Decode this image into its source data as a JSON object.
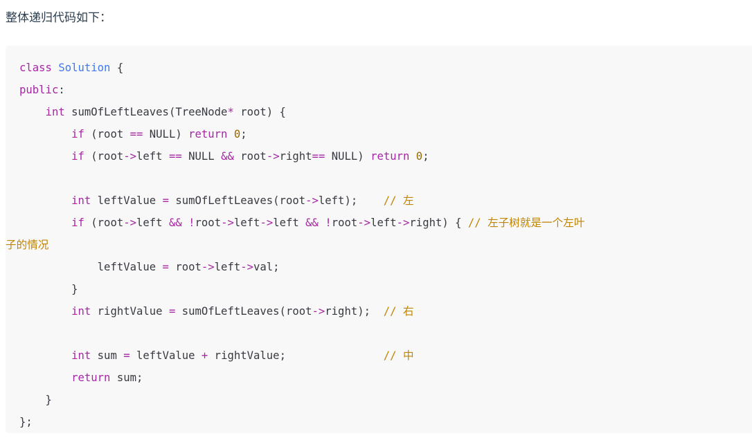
{
  "intro_text": "整体递归代码如下：",
  "code": {
    "lines": [
      [
        {
          "t": "class ",
          "c": "k"
        },
        {
          "t": "Solution",
          "c": "cls"
        },
        {
          "t": " {",
          "c": "p"
        }
      ],
      [
        {
          "t": "public",
          "c": "k"
        },
        {
          "t": ":",
          "c": "p"
        }
      ],
      [
        {
          "t": "    ",
          "c": "p"
        },
        {
          "t": "int",
          "c": "t"
        },
        {
          "t": " sumOfLeftLeaves(TreeNode",
          "c": "p"
        },
        {
          "t": "*",
          "c": "o"
        },
        {
          "t": " root) {",
          "c": "p"
        }
      ],
      [
        {
          "t": "        ",
          "c": "p"
        },
        {
          "t": "if",
          "c": "k"
        },
        {
          "t": " (root ",
          "c": "p"
        },
        {
          "t": "==",
          "c": "o"
        },
        {
          "t": " NULL) ",
          "c": "p"
        },
        {
          "t": "return",
          "c": "k"
        },
        {
          "t": " ",
          "c": "p"
        },
        {
          "t": "0",
          "c": "n"
        },
        {
          "t": ";",
          "c": "p"
        }
      ],
      [
        {
          "t": "        ",
          "c": "p"
        },
        {
          "t": "if",
          "c": "k"
        },
        {
          "t": " (root",
          "c": "p"
        },
        {
          "t": "->",
          "c": "o"
        },
        {
          "t": "left ",
          "c": "p"
        },
        {
          "t": "==",
          "c": "o"
        },
        {
          "t": " NULL ",
          "c": "p"
        },
        {
          "t": "&&",
          "c": "o"
        },
        {
          "t": " root",
          "c": "p"
        },
        {
          "t": "->",
          "c": "o"
        },
        {
          "t": "right",
          "c": "p"
        },
        {
          "t": "==",
          "c": "o"
        },
        {
          "t": " NULL) ",
          "c": "p"
        },
        {
          "t": "return",
          "c": "k"
        },
        {
          "t": " ",
          "c": "p"
        },
        {
          "t": "0",
          "c": "n"
        },
        {
          "t": ";",
          "c": "p"
        }
      ],
      [],
      [
        {
          "t": "        ",
          "c": "p"
        },
        {
          "t": "int",
          "c": "t"
        },
        {
          "t": " leftValue ",
          "c": "p"
        },
        {
          "t": "=",
          "c": "o"
        },
        {
          "t": " sumOfLeftLeaves(root",
          "c": "p"
        },
        {
          "t": "->",
          "c": "o"
        },
        {
          "t": "left);    ",
          "c": "p"
        },
        {
          "t": "// 左",
          "c": "cn"
        }
      ],
      [
        {
          "t": "        ",
          "c": "p"
        },
        {
          "t": "if",
          "c": "k"
        },
        {
          "t": " (root",
          "c": "p"
        },
        {
          "t": "->",
          "c": "o"
        },
        {
          "t": "left ",
          "c": "p"
        },
        {
          "t": "&&",
          "c": "o"
        },
        {
          "t": " ",
          "c": "p"
        },
        {
          "t": "!",
          "c": "o"
        },
        {
          "t": "root",
          "c": "p"
        },
        {
          "t": "->",
          "c": "o"
        },
        {
          "t": "left",
          "c": "p"
        },
        {
          "t": "->",
          "c": "o"
        },
        {
          "t": "left ",
          "c": "p"
        },
        {
          "t": "&&",
          "c": "o"
        },
        {
          "t": " ",
          "c": "p"
        },
        {
          "t": "!",
          "c": "o"
        },
        {
          "t": "root",
          "c": "p"
        },
        {
          "t": "->",
          "c": "o"
        },
        {
          "t": "left",
          "c": "p"
        },
        {
          "t": "->",
          "c": "o"
        },
        {
          "t": "right) { ",
          "c": "p"
        },
        {
          "t": "// 左子树就是一个左叶",
          "c": "cn"
        }
      ],
      [
        {
          "t": "子的情况",
          "c": "cn"
        }
      ],
      [
        {
          "t": "            leftValue ",
          "c": "p"
        },
        {
          "t": "=",
          "c": "o"
        },
        {
          "t": " root",
          "c": "p"
        },
        {
          "t": "->",
          "c": "o"
        },
        {
          "t": "left",
          "c": "p"
        },
        {
          "t": "->",
          "c": "o"
        },
        {
          "t": "val;",
          "c": "p"
        }
      ],
      [
        {
          "t": "        }",
          "c": "p"
        }
      ],
      [
        {
          "t": "        ",
          "c": "p"
        },
        {
          "t": "int",
          "c": "t"
        },
        {
          "t": " rightValue ",
          "c": "p"
        },
        {
          "t": "=",
          "c": "o"
        },
        {
          "t": " sumOfLeftLeaves(root",
          "c": "p"
        },
        {
          "t": "->",
          "c": "o"
        },
        {
          "t": "right);  ",
          "c": "p"
        },
        {
          "t": "// 右",
          "c": "cn"
        }
      ],
      [],
      [
        {
          "t": "        ",
          "c": "p"
        },
        {
          "t": "int",
          "c": "t"
        },
        {
          "t": " sum ",
          "c": "p"
        },
        {
          "t": "=",
          "c": "o"
        },
        {
          "t": " leftValue ",
          "c": "p"
        },
        {
          "t": "+",
          "c": "o"
        },
        {
          "t": " rightValue;               ",
          "c": "p"
        },
        {
          "t": "// 中",
          "c": "cn"
        }
      ],
      [
        {
          "t": "        ",
          "c": "p"
        },
        {
          "t": "return",
          "c": "k"
        },
        {
          "t": " sum;",
          "c": "p"
        }
      ],
      [
        {
          "t": "    }",
          "c": "p"
        }
      ],
      [
        {
          "t": "};",
          "c": "p"
        }
      ]
    ]
  }
}
